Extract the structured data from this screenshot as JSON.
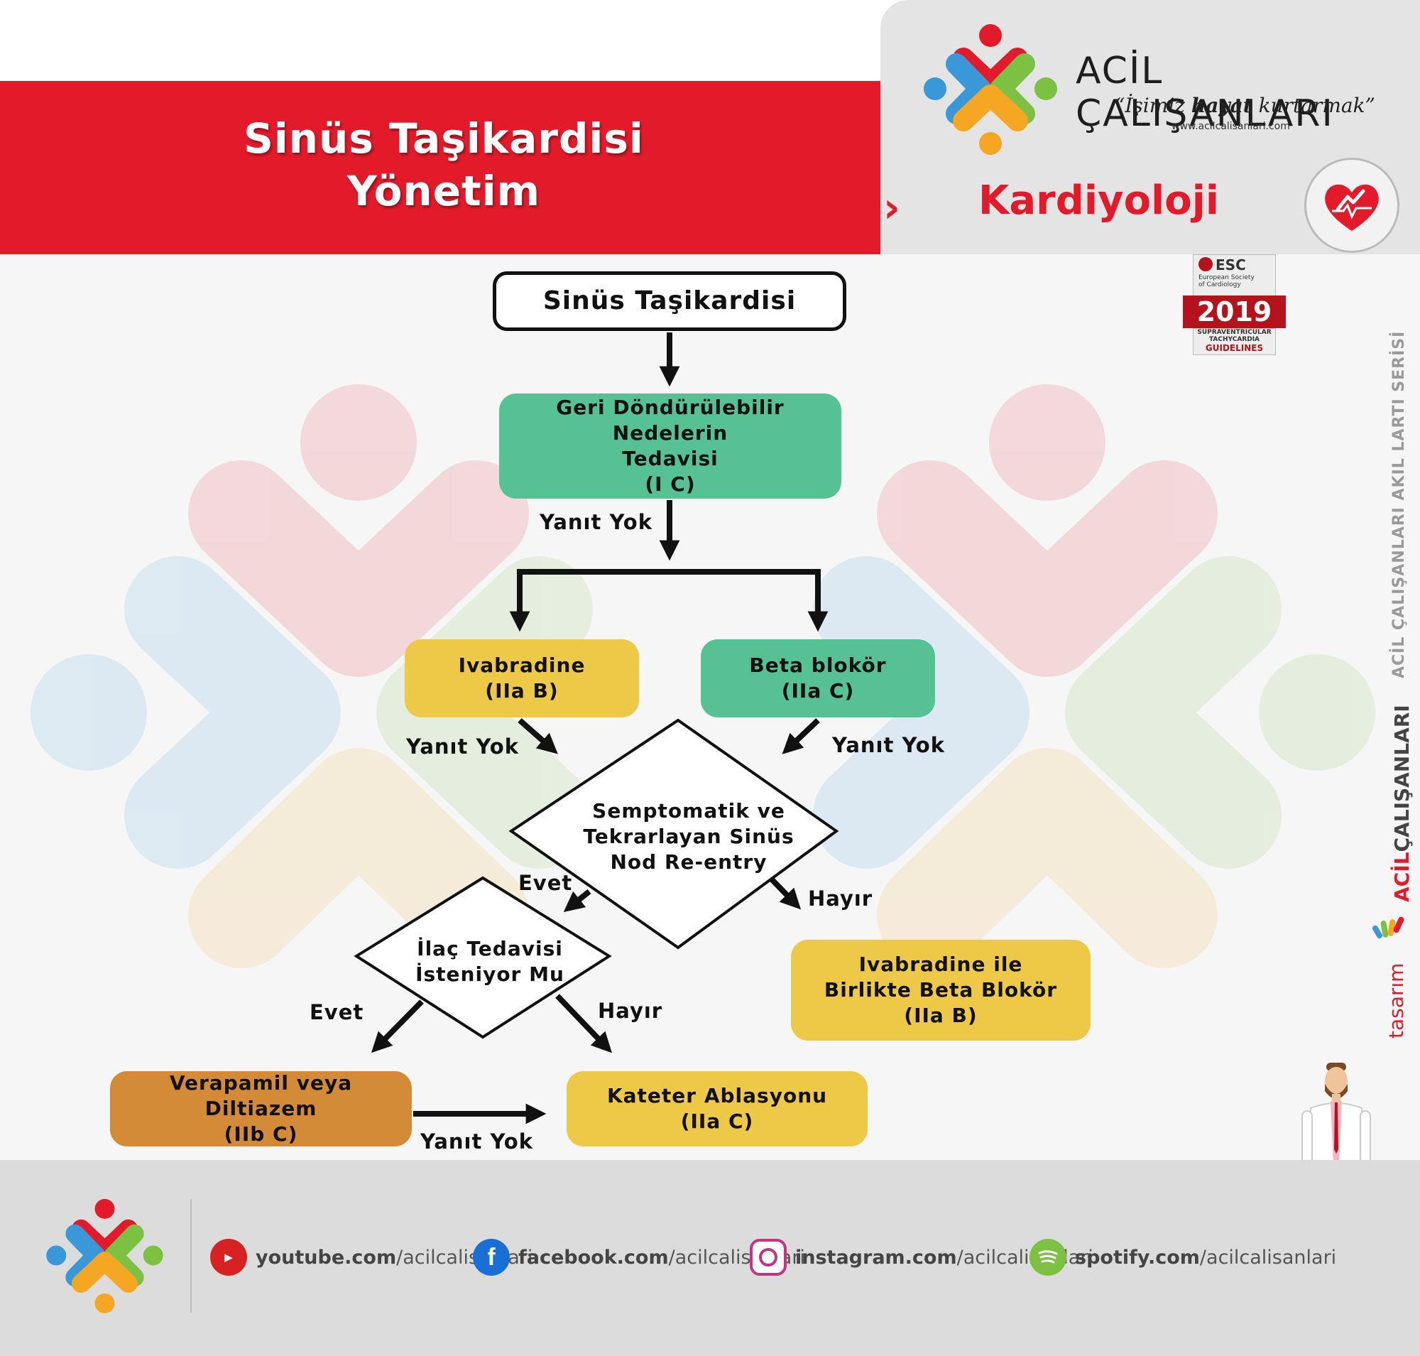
{
  "header": {
    "title_line1": "Sinüs Taşikardisi",
    "title_line2": "Yönetim",
    "category": "Kardiyoloji",
    "category_chevron": "›"
  },
  "brand": {
    "name": "ACİL ÇALIŞANLARI",
    "tagline_open": "“İşimiz ",
    "tagline_bold": "hayat",
    "tagline_close": " kurtarmak”",
    "website": "www.acilcalisanlari.com",
    "logo_colors": [
      "#e31a2a",
      "#3a98d8",
      "#7cc142",
      "#f5a623"
    ]
  },
  "esc_badge": {
    "org": "ESC",
    "org_full_1": "European Society",
    "org_full_2": "of Cardiology",
    "year": "2019",
    "subtitle_1": "SUPRAVENTRICULAR",
    "subtitle_2": "TACHYCARDIA",
    "subtitle_3": "GUIDELINES"
  },
  "side": {
    "series": "ACİL ÇALIŞANLARI AKIL LARTI SERİSİ",
    "brand_dark": "ÇALIŞANLARI",
    "brand_red": "ACİL",
    "tasarim": "tasarım"
  },
  "flow": {
    "start": "Sinüs Taşikardisi",
    "geri": [
      "Geri Döndürülebilir Nedelerin",
      "Tedavisi",
      "(I C)"
    ],
    "ivabradine": [
      "Ivabradine",
      "(IIa B)"
    ],
    "beta": [
      "Beta blokör",
      "(IIa C)"
    ],
    "diamond1": [
      "Semptomatik ve",
      "Tekrarlayan Sinüs",
      "Nod Re-entry"
    ],
    "diamond2": [
      "İlaç Tedavisi",
      "İsteniyor Mu"
    ],
    "ivabeta": [
      "Ivabradine ile",
      "Birlikte Beta Blokör",
      "(IIa B)"
    ],
    "verapamil": [
      "Verapamil veya Diltiazem",
      "(IIb C)"
    ],
    "kateter": [
      "Kateter Ablasyonu",
      "(IIa C)"
    ],
    "labels": {
      "yanit_yok_1": "Yanıt Yok",
      "yanit_yok_2": "Yanıt Yok",
      "yanit_yok_3": "Yanıt Yok",
      "yanit_yok_4": "Yanıt Yok",
      "evet_1": "Evet",
      "hayir_1": "Hayır",
      "evet_2": "Evet",
      "hayir_2": "Hayır"
    },
    "colors": {
      "green": "#56c193",
      "yellow": "#edc947",
      "orange": "#d48b37"
    }
  },
  "footer": {
    "youtube_domain": "youtube.com",
    "youtube_path": "/acilcalisanlari",
    "facebook_domain": "facebook.com",
    "facebook_path": "/acilcalisanlari",
    "instagram_domain": "instagram.com",
    "instagram_path": "/acilcalisanlari",
    "spotify_domain": "spotify.com",
    "spotify_path": "/acilcalisanlari"
  }
}
